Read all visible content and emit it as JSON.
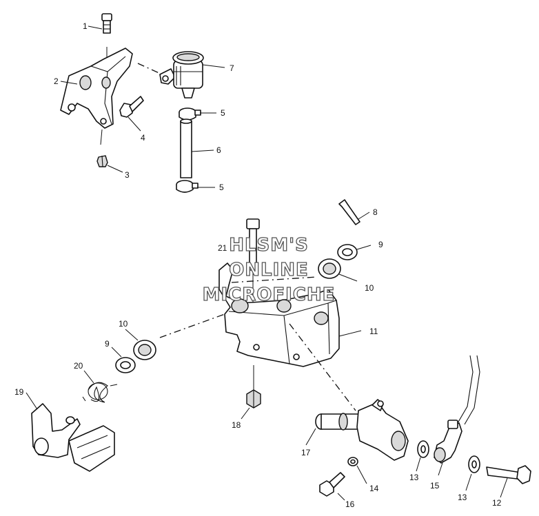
{
  "callouts": [
    "1",
    "2",
    "3",
    "4",
    "5",
    "5",
    "6",
    "7",
    "8",
    "9",
    "9",
    "10",
    "10",
    "11",
    "12",
    "13",
    "13",
    "14",
    "15",
    "16",
    "17",
    "18",
    "19",
    "20",
    "21"
  ],
  "watermark": {
    "line1": "HLSM'S",
    "line2": "ONLINE",
    "line3": "MICROFICHE"
  },
  "colors": {
    "ink": "#111111",
    "background": "#ffffff",
    "watermark_outline": "#555555"
  }
}
